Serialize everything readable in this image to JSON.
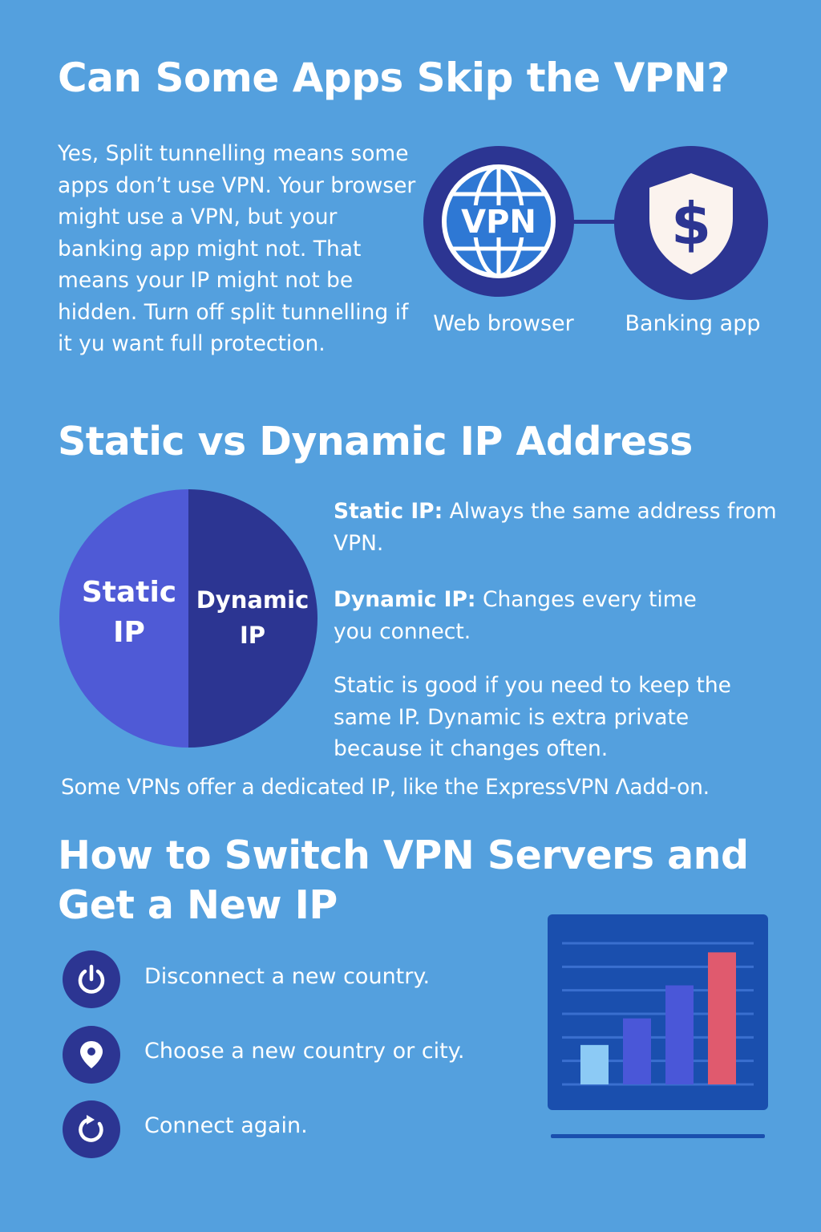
{
  "split_tunnel": {
    "title": "Can Some Apps Skip the VPN?",
    "body": "Yes, Split tunnelling means some apps don’t use VPN. Your browser might use a VPN, but your banking app might not. That means your IP might not be hidden. Turn off split tunnelling if it yu want full protection.",
    "vpn_badge_text": "VPN",
    "dollar_symbol": "$",
    "browser_caption": "Web browser",
    "banking_caption": "Banking app",
    "icons": [
      "globe-icon",
      "shield-dollar-icon"
    ]
  },
  "ip_types": {
    "title": "Static vs Dynamic IP Address",
    "pie_static_label": [
      "Static",
      "IP"
    ],
    "pie_dynamic_label": [
      "Dynamic",
      "IP"
    ],
    "static_term": "Static IP:",
    "static_desc": "Always the same address from VPN.",
    "dynamic_term": "Dynamic IP:",
    "dynamic_desc": "Changes every time you connect.",
    "comparison": "Static is good if you need to keep the same IP. Dynamic is extra private because it changes often.",
    "dedicated_note": "Some VPNs offer a dedicated IP, like the ExpressVPN Λadd-on.",
    "colors": {
      "static": "#4f5ad6",
      "dynamic": "#2c3592"
    }
  },
  "switch_servers": {
    "title": "How to Switch VPN Servers and Get a New IP",
    "steps": [
      {
        "icon": "power-icon",
        "text": "Disconnect a new country."
      },
      {
        "icon": "location-pin-icon",
        "text": "Choose a new country or city."
      },
      {
        "icon": "refresh-icon",
        "text": "Connect again."
      }
    ]
  },
  "chart_data": {
    "type": "bar",
    "values": [
      1,
      2,
      3,
      4
    ],
    "colors": [
      "#8ccaf5",
      "#4a57d8",
      "#4a57d8",
      "#e05a6e"
    ],
    "title": "",
    "xlabel": "",
    "ylabel": "",
    "grid": true
  }
}
